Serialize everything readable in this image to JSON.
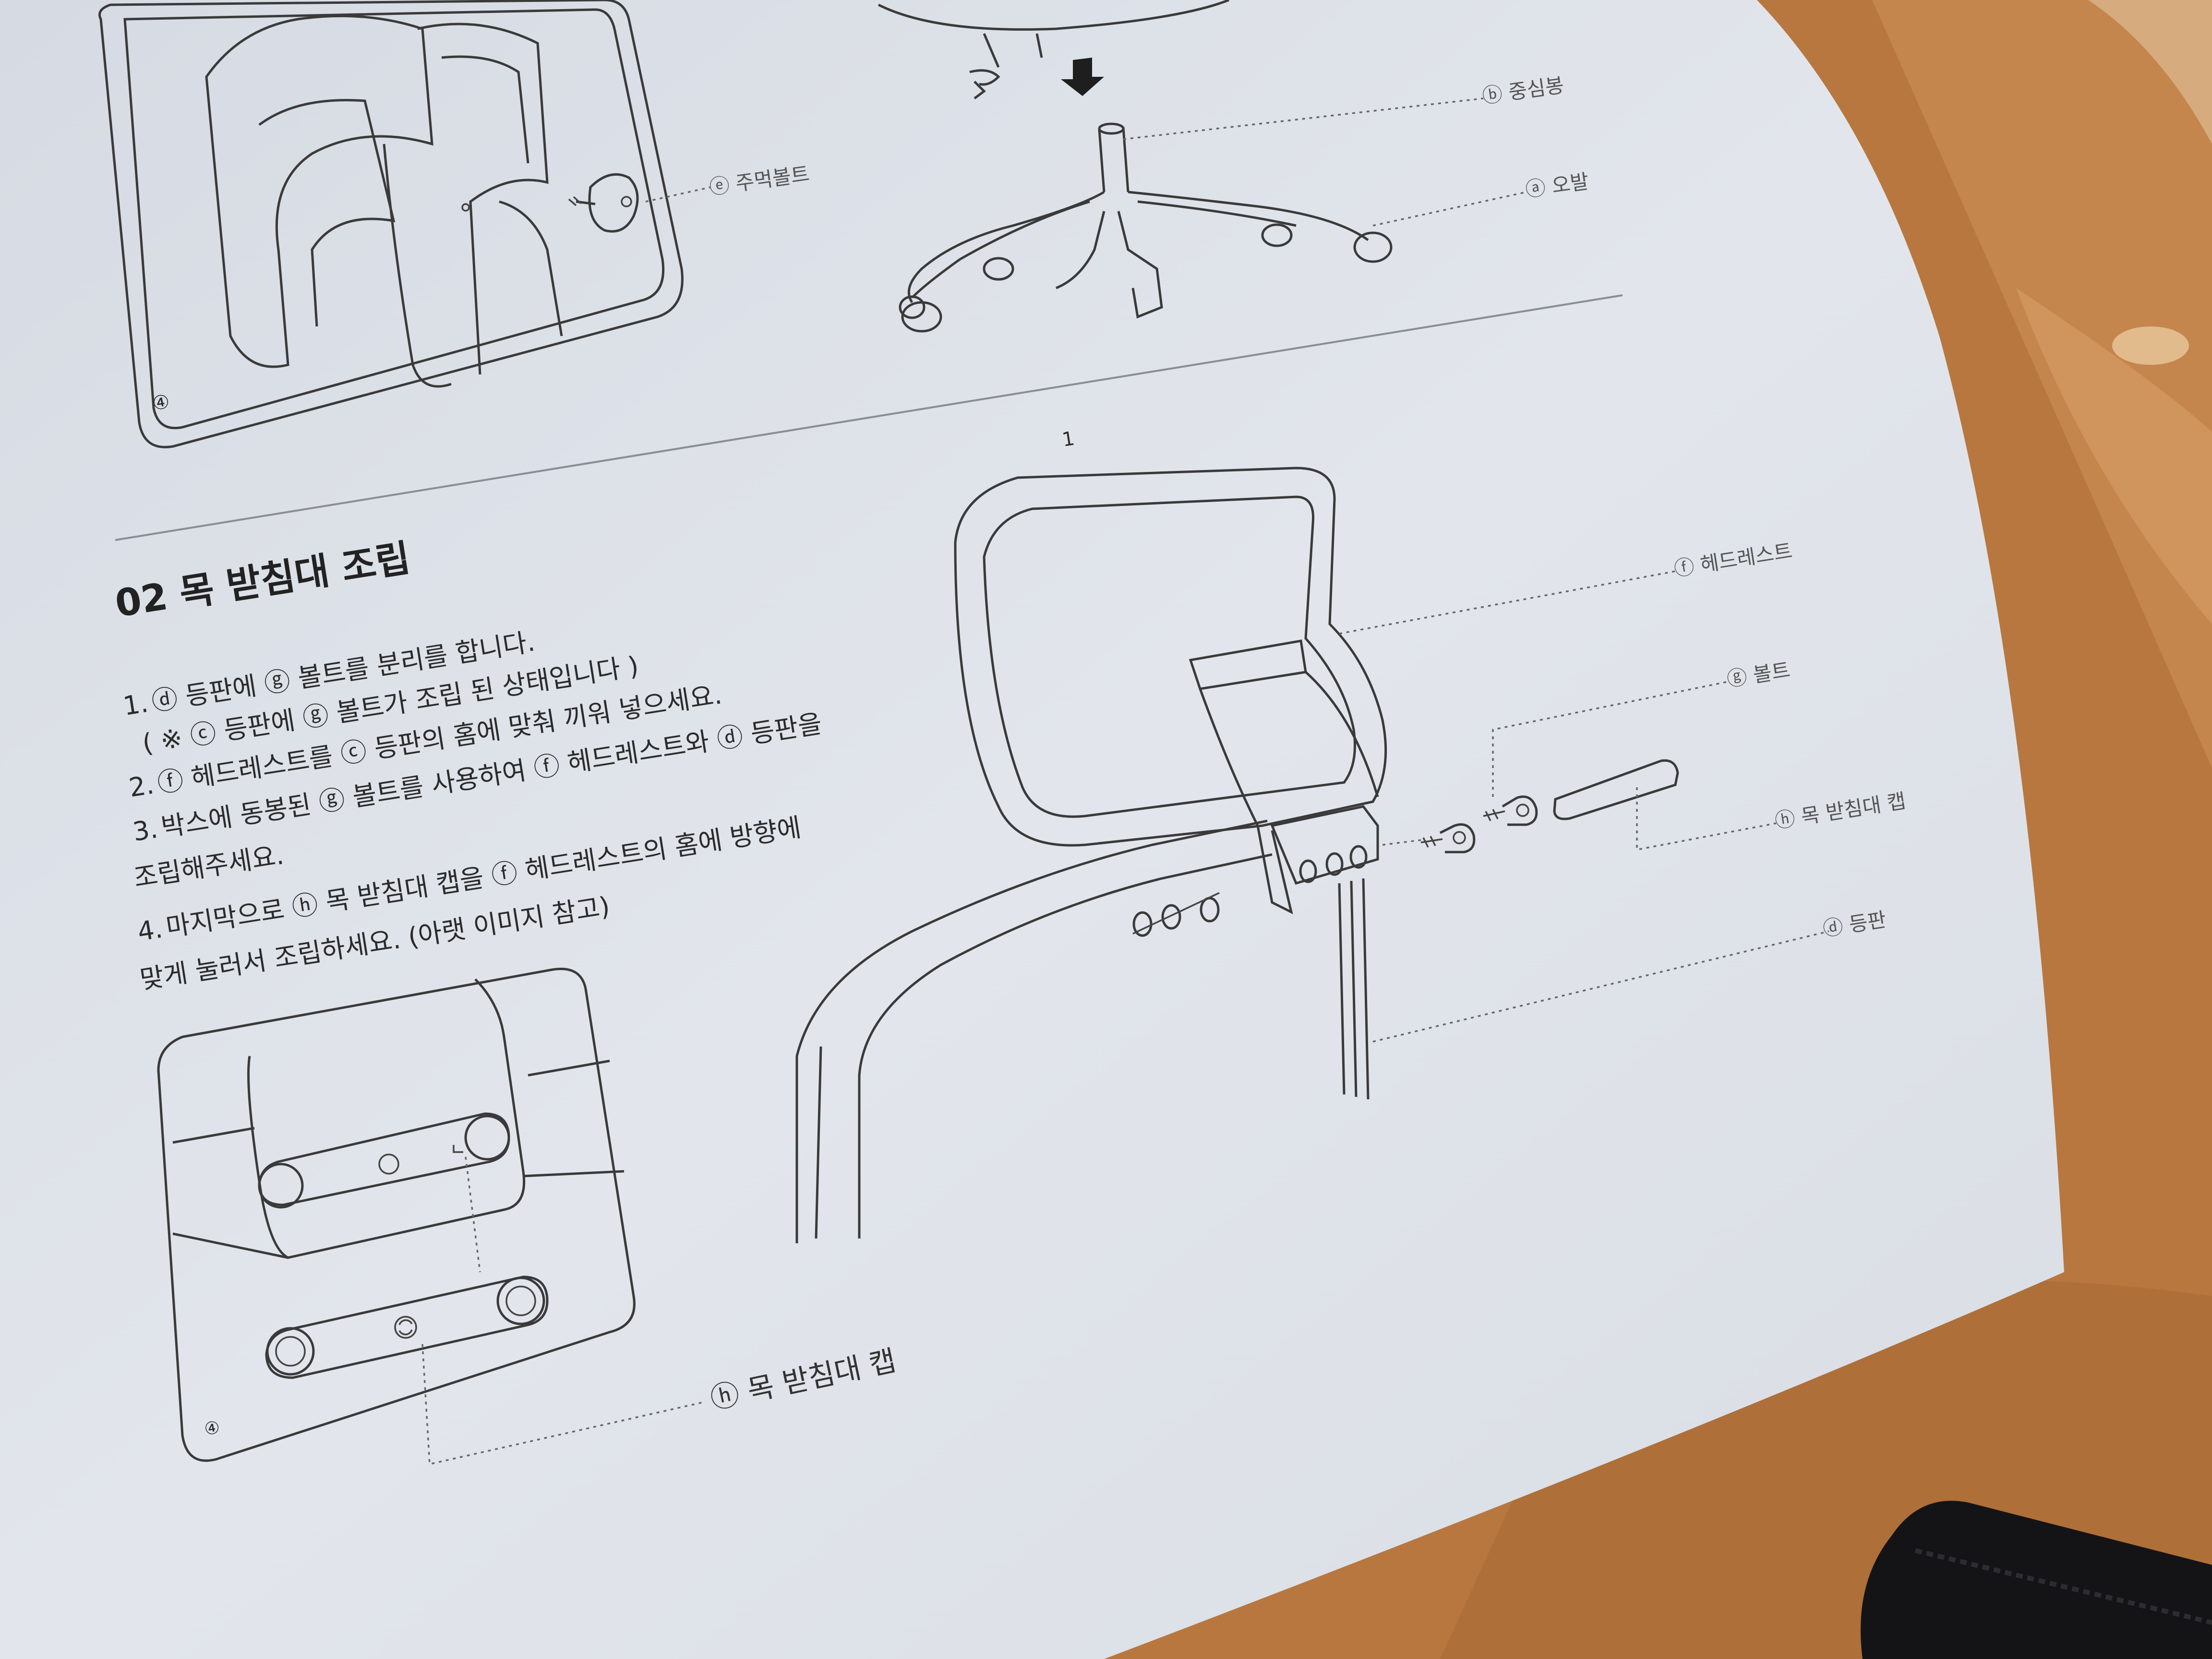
{
  "section": {
    "heading": "02 목 받침대 조립"
  },
  "steps": [
    {
      "number": "1.",
      "text": "ⓓ 등판에  ⓖ 볼트를 분리를 합니다."
    },
    {
      "number": "",
      "text": "( ※ ⓒ 등판에 ⓖ 볼트가 조립 된 상태입니다 )"
    },
    {
      "number": "2.",
      "text": "ⓕ 헤드레스트를 ⓒ 등판의 홈에 맞춰 끼워 넣으세요."
    },
    {
      "number": "3.",
      "text": "박스에 동봉된 ⓖ 볼트를 사용하여 ⓕ 헤드레스트와 ⓓ 등판을"
    },
    {
      "number": "",
      "text": "조립해주세요."
    },
    {
      "number": "4.",
      "text": "마지막으로 ⓗ 목 받침대 캡을 ⓕ 헤드레스트의 홈에 방향에"
    },
    {
      "number": "",
      "text": "맞게 눌러서 조립하세요. (아랫 이미지 참고)"
    }
  ],
  "callouts": {
    "top_knob": "ⓔ 주먹볼트",
    "top_pole": "ⓑ 중심봉",
    "top_base": "ⓐ 오발",
    "headrest": "ⓕ 헤드레스트",
    "bolt": "ⓖ 볼트",
    "neck_cap": "ⓗ 목 받침대 캡",
    "backrest": "ⓓ 등판",
    "detail_cap": "ⓗ 목 받침대 캡"
  },
  "panel_numbers": {
    "top_left": "④",
    "bottom_left": "④"
  },
  "page_mark": "1",
  "colors": {
    "paper": "#dfe3ea",
    "ink": "#2b2b2b",
    "table_wood": "#b8763e"
  }
}
